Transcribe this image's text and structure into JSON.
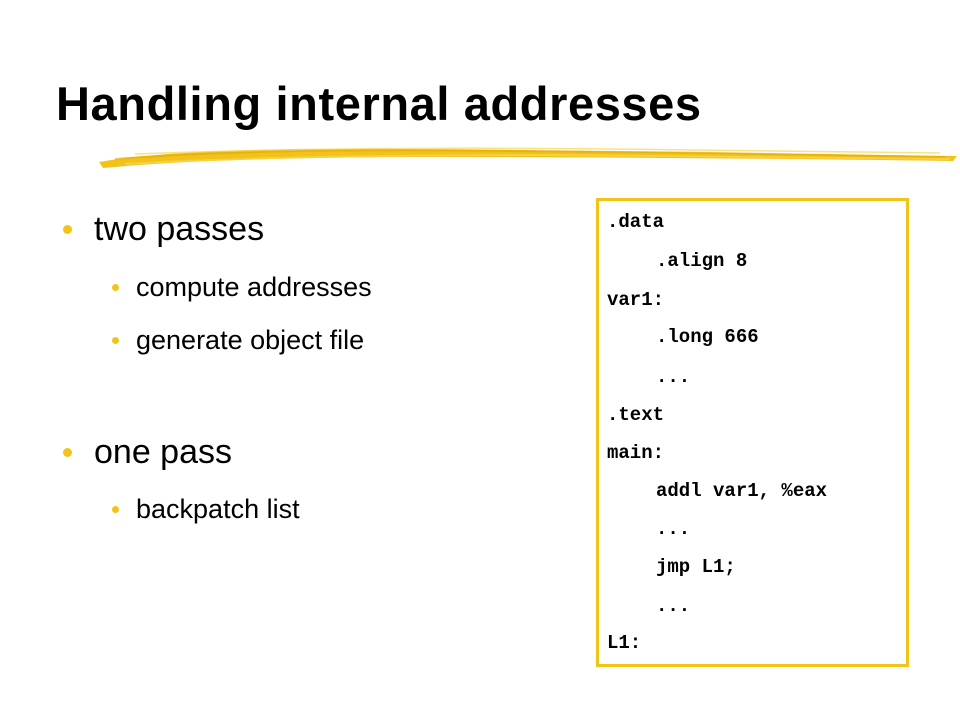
{
  "slide": {
    "title": "Handling internal addresses",
    "accent_color": "#f0c419",
    "bullets": [
      {
        "text": "two passes",
        "level": 1
      },
      {
        "text": "compute addresses",
        "level": 2
      },
      {
        "text": "generate object file",
        "level": 2
      },
      {
        "text": "one pass",
        "level": 1
      },
      {
        "text": "backpatch list",
        "level": 2
      }
    ],
    "code_lines": [
      ".data",
      ".align 8",
      "var1:",
      ".long 666",
      "...",
      ".text",
      "main:",
      "addl var1, %eax",
      "...",
      "jmp L1;",
      "...",
      "L1:"
    ]
  }
}
